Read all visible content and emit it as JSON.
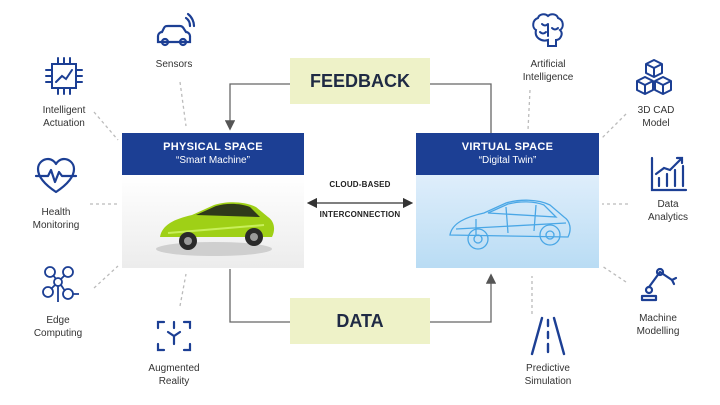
{
  "feedback_label": "FEEDBACK",
  "data_label": "DATA",
  "physical": {
    "title": "PHYSICAL SPACE",
    "subtitle": "“Smart Machine”"
  },
  "virtual": {
    "title": "VIRTUAL SPACE",
    "subtitle": "“Digital Twin”"
  },
  "connection": {
    "line1": "CLOUD-BASED",
    "line2": "INTERCONNECTION"
  },
  "left_items": [
    {
      "lines": [
        "Sensors"
      ],
      "icon": "car-sensor-icon"
    },
    {
      "lines": [
        "Intelligent",
        "Actuation"
      ],
      "icon": "chip-chart-icon"
    },
    {
      "lines": [
        "Health",
        "Monitoring"
      ],
      "icon": "heart-pulse-icon"
    },
    {
      "lines": [
        "Edge",
        "Computing"
      ],
      "icon": "network-nodes-icon"
    },
    {
      "lines": [
        "Augmented",
        "Reality"
      ],
      "icon": "ar-cube-icon"
    }
  ],
  "right_items": [
    {
      "lines": [
        "Artificial",
        "Intelligence"
      ],
      "icon": "brain-icon"
    },
    {
      "lines": [
        "3D CAD",
        "Model"
      ],
      "icon": "stacked-cubes-icon"
    },
    {
      "lines": [
        "Data",
        "Analytics"
      ],
      "icon": "bar-chart-icon"
    },
    {
      "lines": [
        "Machine",
        "Modelling"
      ],
      "icon": "robot-arm-icon"
    },
    {
      "lines": [
        "Predictive",
        "Simulation"
      ],
      "icon": "road-icon"
    }
  ],
  "colors": {
    "header_blue": "#1c3f94",
    "tag_bg": "#eef2c8",
    "icon_blue": "#1c3f94",
    "car_green": "#9fd016",
    "twin_blue": "#4aa7e6"
  }
}
